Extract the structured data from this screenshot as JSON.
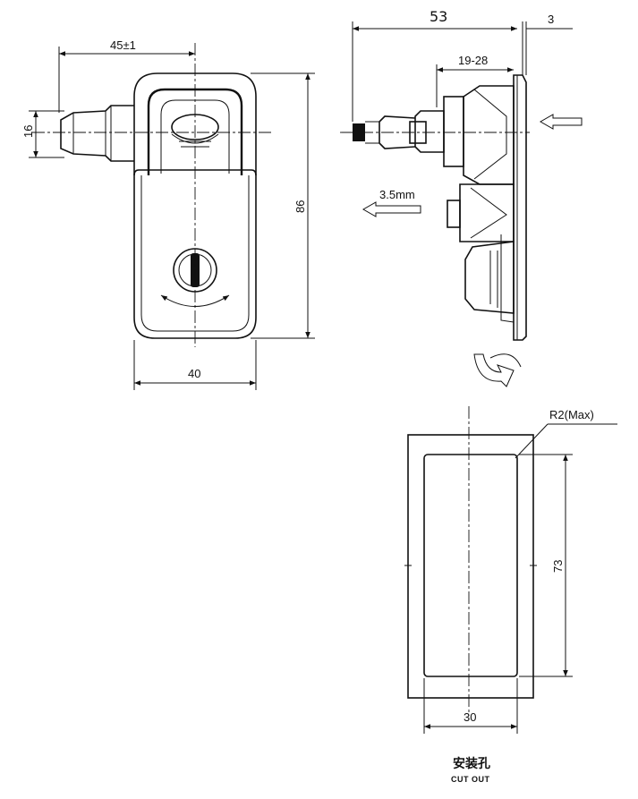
{
  "front_view": {
    "dim_width_45": "45±1",
    "dim_height_16": "16",
    "dim_height_86": "86",
    "dim_width_40": "40"
  },
  "side_view": {
    "dim_53": "53",
    "dim_3": "3",
    "dim_19_28": "19-28",
    "dim_travel": "3.5mm"
  },
  "cutout_view": {
    "dim_radius": "R2(Max)",
    "dim_height_73": "73",
    "dim_width_30": "30",
    "caption_cn": "安装孔",
    "caption_en": "CUT OUT"
  }
}
